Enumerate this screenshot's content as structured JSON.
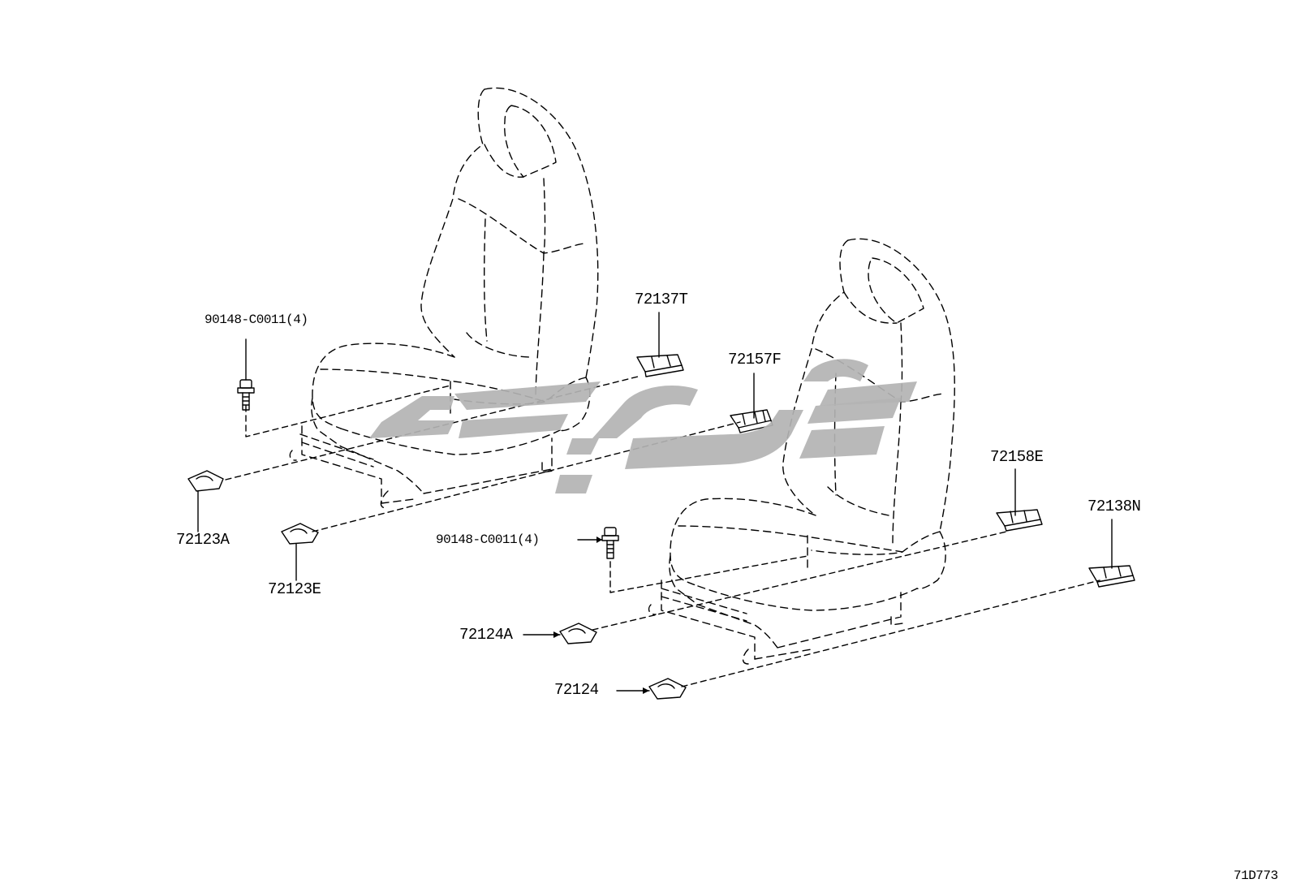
{
  "diagram": {
    "callouts": {
      "bolt_left": "90148-C0011(4)",
      "bolt_right": "90148-C0011(4)",
      "p72137T": "72137T",
      "p72157F": "72157F",
      "p72158E": "72158E",
      "p72138N": "72138N",
      "p72123A": "72123A",
      "p72123E": "72123E",
      "p72124A": "72124A",
      "p72124": "72124"
    },
    "diagram_code": "71D773"
  },
  "colors": {
    "line": "#000000",
    "watermark": "#b3b3b3",
    "background": "#ffffff"
  }
}
